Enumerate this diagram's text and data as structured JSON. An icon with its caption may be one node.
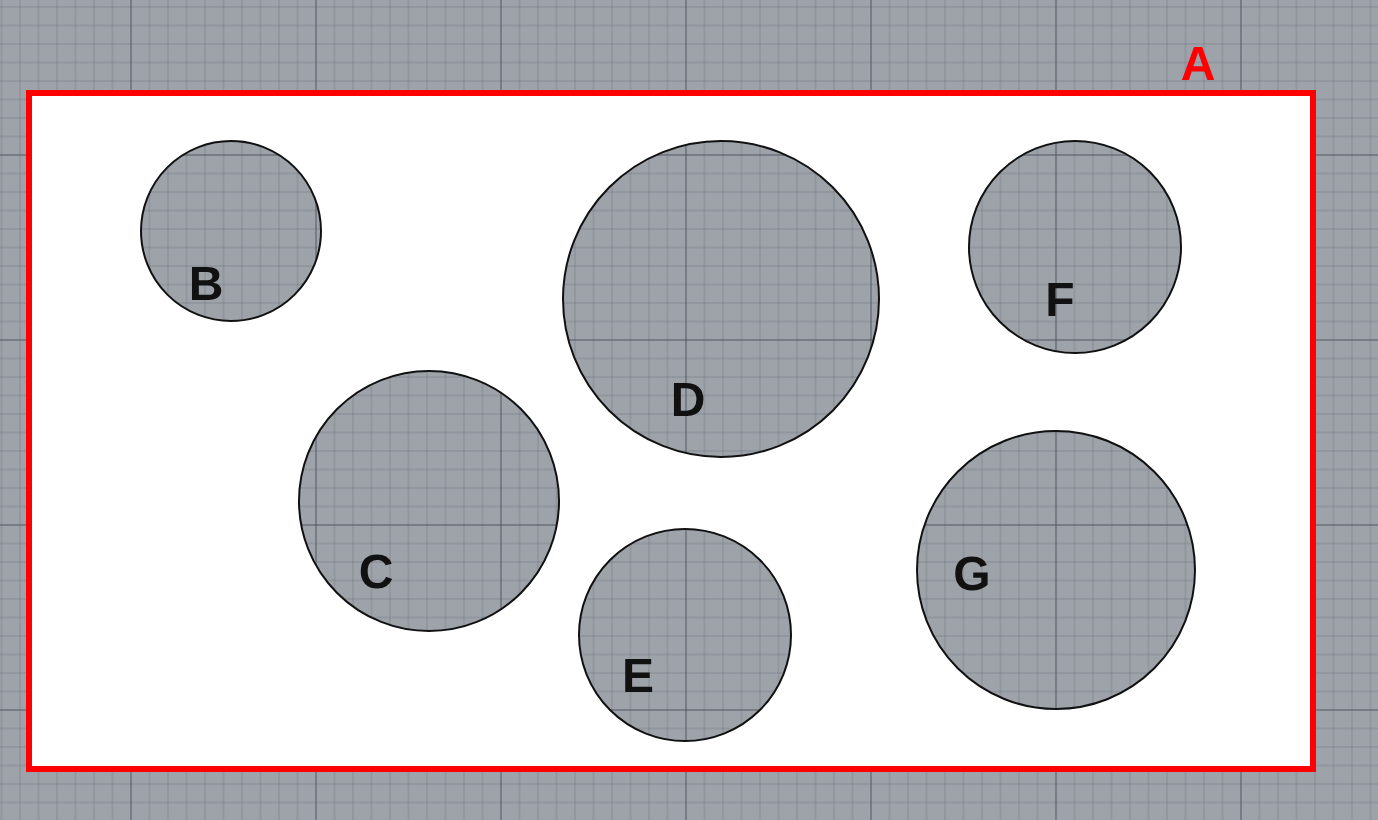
{
  "diagram": {
    "nodes": [
      {
        "text": [
          "A"
        ]
      },
      {
        "text": [
          "B"
        ],
        "in": 0
      },
      {
        "text": [
          "C"
        ],
        "in": 0
      },
      {
        "text": [
          "D"
        ],
        "in": 0
      },
      {
        "text": [
          "E"
        ],
        "in": 0
      },
      {
        "text": [
          "F"
        ],
        "in": 0
      },
      {
        "text": [
          "G"
        ],
        "in": 0
      }
    ]
  }
}
